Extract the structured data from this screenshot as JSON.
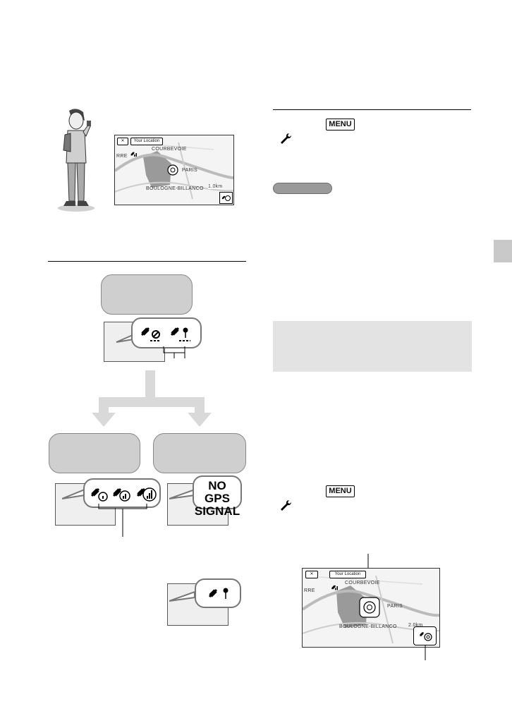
{
  "menu_button_label": "MENU",
  "no_gps_signal": [
    "NO GPS",
    "SIGNAL"
  ],
  "map": {
    "close_symbol": "✕",
    "your_location_label": "Your Location",
    "label_courbevoie": "COURBEVOIE",
    "label_paris": "PARIS",
    "label_boulogne": "BOULOGNE-BILLANCO",
    "label_rre": "RRE",
    "scale_small": "1.0km",
    "scale_large": "2.0km"
  },
  "icons": {
    "wrench": "wrench-icon",
    "satellite": "satellite-icon",
    "no_signal": "no-signal-icon",
    "pin": "location-pin-icon",
    "compass": "compass-marker-icon",
    "signal_bars": "signal-bars-icon"
  },
  "colors": {
    "flow_box": "#cfcfcf",
    "arrow": "#d9d9d9",
    "screen": "#efefef",
    "note_box": "#e3e3e3",
    "side_tab": "#c9c9c9"
  }
}
